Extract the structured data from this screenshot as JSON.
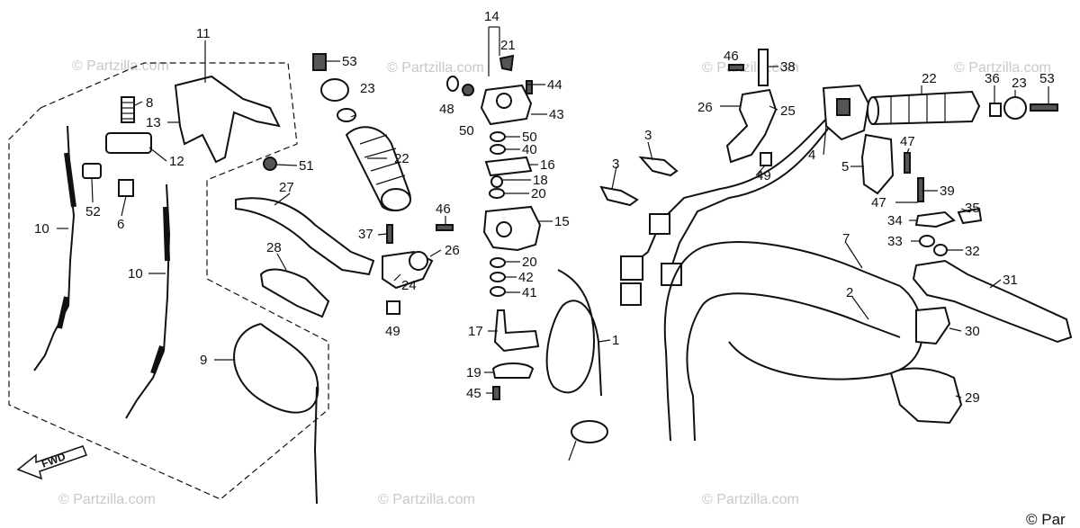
{
  "watermark": "© Partzilla.com",
  "copyright": "© Par",
  "fwd_label": "FWD",
  "callouts": [
    "1",
    "2",
    "3",
    "3",
    "4",
    "5",
    "6",
    "8",
    "9",
    "10",
    "10",
    "11",
    "12",
    "13",
    "14",
    "15",
    "16",
    "17",
    "18",
    "19",
    "20",
    "20",
    "21",
    "22",
    "22",
    "23",
    "23",
    "24",
    "25",
    "26",
    "26",
    "27",
    "28",
    "29",
    "30",
    "31",
    "32",
    "33",
    "34",
    "35",
    "36",
    "37",
    "38",
    "39",
    "40",
    "41",
    "42",
    "43",
    "44",
    "45",
    "46",
    "46",
    "47",
    "47",
    "48",
    "49",
    "49",
    "50",
    "50",
    "51",
    "52",
    "53",
    "53",
    "7"
  ]
}
